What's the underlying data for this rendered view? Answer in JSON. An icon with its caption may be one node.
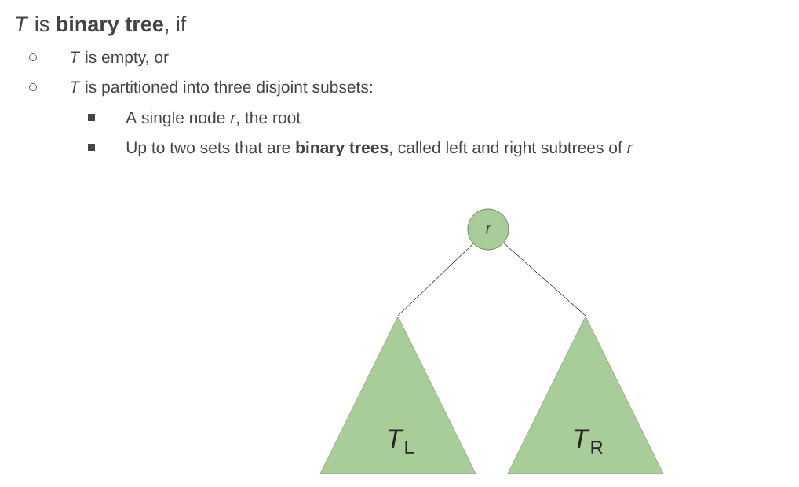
{
  "diagram": {
    "title": "*T* is **binary tree**, if",
    "nodes": [
      {
        "text": [
          "r"
        ]
      },
      {
        "text": [
          "*T*$_{L}$"
        ]
      },
      {
        "text": [
          "*T*$_{R}$"
        ]
      }
    ],
    "edges": [
      {
        "from": 0,
        "to": 1,
        "arrow": "none"
      },
      {
        "from": 0,
        "to": 2,
        "arrow": "none"
      }
    ],
    "labels": [
      "*T* is empty, or",
      "*T* is partitioned into three disjoint subsets:",
      "A single node *r*, the root",
      "Up to two sets that are **binary trees**, called left and right subtrees of *r*"
    ]
  }
}
